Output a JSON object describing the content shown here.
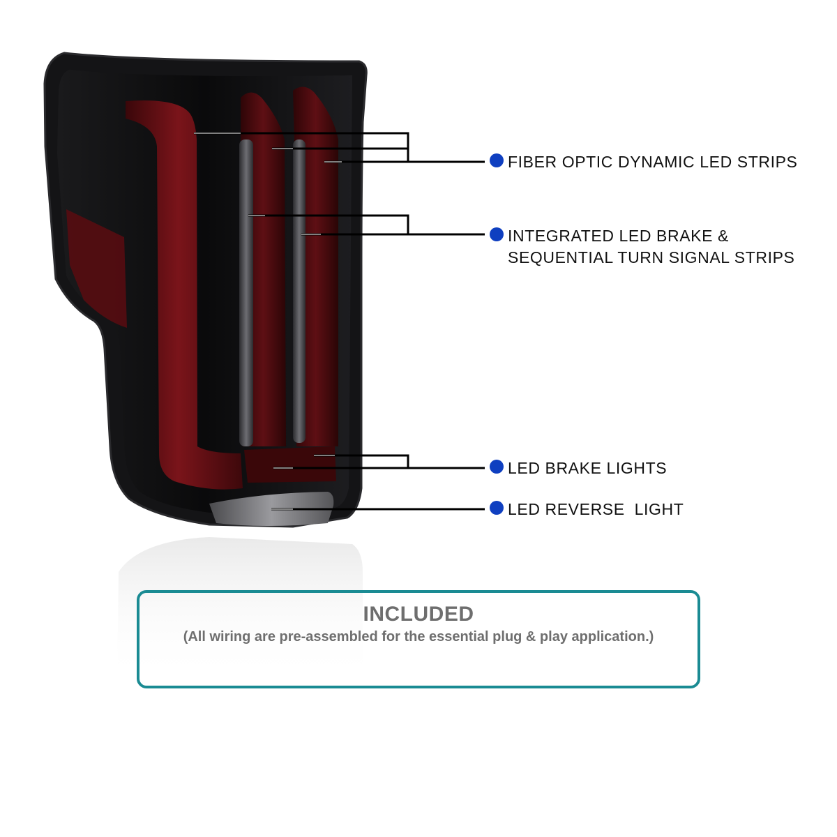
{
  "callouts": [
    {
      "label": "FIBER OPTIC DYNAMIC LED STRIPS"
    },
    {
      "label": "INTEGRATED LED BRAKE &\nSEQUENTIAL TURN SIGNAL STRIPS"
    },
    {
      "label": "LED BRAKE LIGHTS"
    },
    {
      "label": "LED REVERSE  LIGHT"
    }
  ],
  "included": {
    "title": "INCLUDED",
    "note": "(All wiring are pre-assembled for the essential plug & play application.)"
  },
  "colors": {
    "bullet": "#0f3fc0",
    "box_border": "#1a8b93",
    "box_text": "#6e6e6e",
    "lens_red": "#6b0f14",
    "housing": "#0e0e10"
  },
  "icons": [
    "bullet-dot-icon"
  ]
}
